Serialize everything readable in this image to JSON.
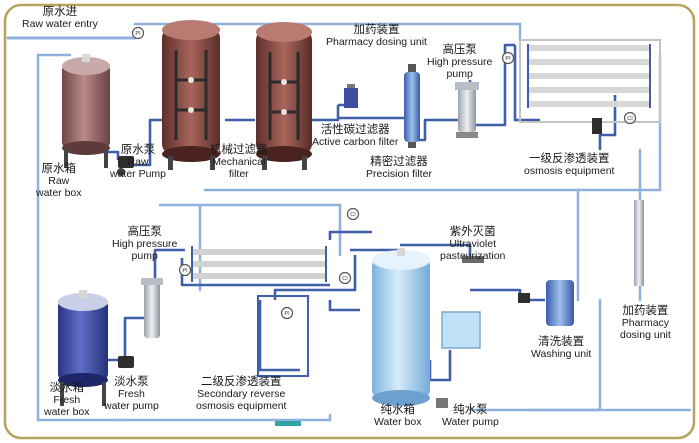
{
  "labels": {
    "raw_water_entry": {
      "zh": "原水进",
      "en": "Raw water entry"
    },
    "pharmacy_dosing_top": {
      "zh": "加药装置",
      "en": "Pharmacy dosing unit"
    },
    "high_pressure_pump_top": {
      "zh": "高压泵",
      "en1": "High pressure",
      "en2": "pump"
    },
    "raw_water_pump": {
      "zh": "原水泵",
      "en1": "Raw",
      "en2": "water Pump"
    },
    "mechanical_filter": {
      "zh": "机械过滤器",
      "en1": "Mechanical",
      "en2": "filter"
    },
    "active_carbon_filter": {
      "zh": "活性碳过滤器",
      "en": "Active carbon filter"
    },
    "raw_water_box": {
      "zh": "原水箱",
      "en1": "Raw",
      "en2": "water box"
    },
    "precision_filter": {
      "zh": "精密过滤器",
      "en": "Precision filter"
    },
    "first_ro": {
      "zh": "一级反渗透装置",
      "en": "osmosis equipment"
    },
    "high_pressure_pump_mid": {
      "zh": "高压泵",
      "en1": "High pressure",
      "en2": "pump"
    },
    "ultraviolet": {
      "zh": "紫外灭菌",
      "en1": "Ultraviolet",
      "en2": "pasteurization"
    },
    "pharmacy_dosing_right": {
      "zh": "加药装置",
      "en1": "Pharmacy",
      "en2": "dosing unit"
    },
    "washing_unit": {
      "zh": "清洗装置",
      "en": "Washing unit"
    },
    "fresh_water_box": {
      "zh": "淡水箱",
      "en1": "Fresh",
      "en2": "water box"
    },
    "fresh_water_pump": {
      "zh": "淡水泵",
      "en1": "Fresh",
      "en2": "water pump"
    },
    "secondary_ro": {
      "zh": "二级反渗透装置",
      "en1": "Secondary reverse",
      "en2": "osmosis equipment"
    },
    "pure_water_box": {
      "zh": "纯水箱",
      "en": "Water box"
    },
    "pure_water_pump": {
      "zh": "纯水泵",
      "en": "Water pump"
    }
  },
  "gauges": [
    "PI",
    "PI",
    "CI",
    "CI",
    "CI",
    "PI",
    "PI"
  ],
  "colors": {
    "frame": "#b5a45a",
    "pipe": "#3f5fa8",
    "pipe_light": "#8fb1de",
    "raw_tank": "#9a6a6a",
    "filter_vessel": "#8a4d46",
    "fresh_tank": "#3d4aa3",
    "pure_tank": "#9dc8ee"
  }
}
